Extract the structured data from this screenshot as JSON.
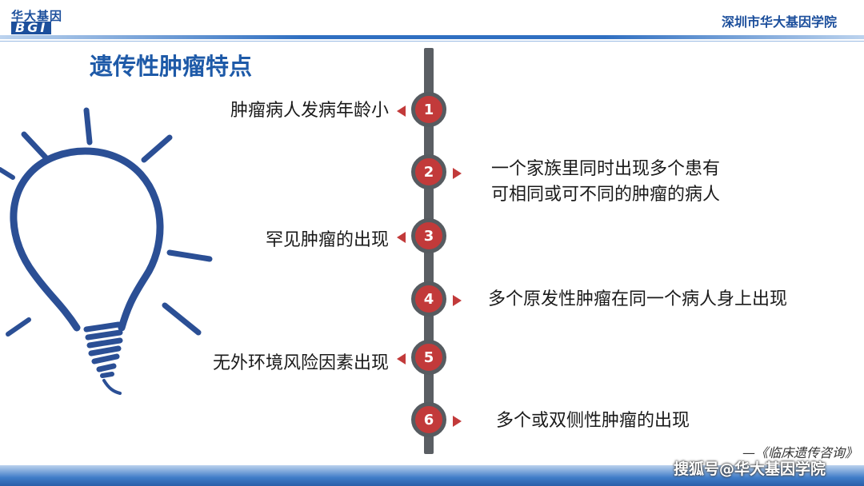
{
  "header": {
    "logo_cn": "华大基因",
    "logo_en": "BGI",
    "institute": "深圳市华大基因学院"
  },
  "title": "遗传性肿瘤特点",
  "items": [
    {
      "number": "1",
      "text": "肿瘤病人发病年龄小"
    },
    {
      "number": "2",
      "text_line1": "一个家族里同时出现多个患有",
      "text_line2": "可相同或可不同的肿瘤的病人"
    },
    {
      "number": "3",
      "text": "罕见肿瘤的出现"
    },
    {
      "number": "4",
      "text": "多个原发性肿瘤在同一个病人身上出现"
    },
    {
      "number": "5",
      "text": "无外环境风险因素出现"
    },
    {
      "number": "6",
      "text": "多个或双侧性肿瘤的出现"
    }
  ],
  "footer": {
    "source": "—《临床遗传咨询》",
    "watermark": "搜狐号@华大基因学院"
  },
  "colors": {
    "brand_blue": "#1c4f9c",
    "title_blue": "#1e5aa8",
    "node_red": "#c23a3a",
    "timeline_gray": "#5a5e63",
    "bulb_blue": "#2b4f95"
  },
  "icons": [
    "lightbulb-icon"
  ]
}
